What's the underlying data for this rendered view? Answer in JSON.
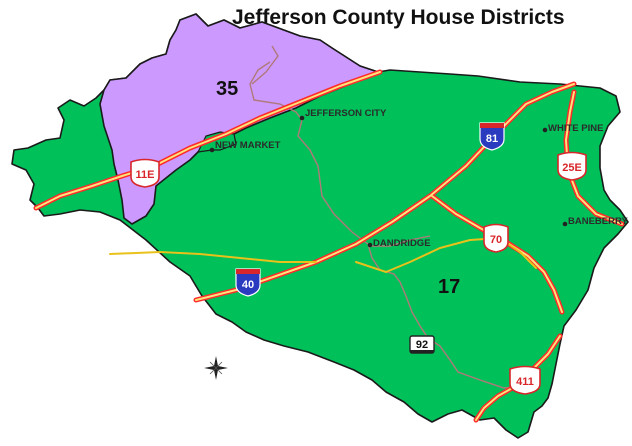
{
  "title": "Jefferson County House Districts",
  "districts": [
    {
      "number": "35",
      "fill": "#cc99ff"
    },
    {
      "number": "17",
      "fill": "#00c05a"
    }
  ],
  "cities": [
    "JEFFERSON CITY",
    "NEW MARKET",
    "WHITE PINE",
    "BANEBERRY",
    "DANDRIDGE"
  ],
  "routes": {
    "interstates": [
      "81",
      "40"
    ],
    "us_routes": [
      "11E",
      "25E",
      "70",
      "411"
    ],
    "state_routes": [
      "92"
    ]
  },
  "colors": {
    "boundary": "#1a1a1a",
    "highway_casing": "#ff2a2a",
    "highway_fill": "#ffe27a",
    "interstate_shield": "#2a3bbf",
    "county_road": "#b07a7a"
  },
  "icons": [
    "compass-rose-icon"
  ]
}
